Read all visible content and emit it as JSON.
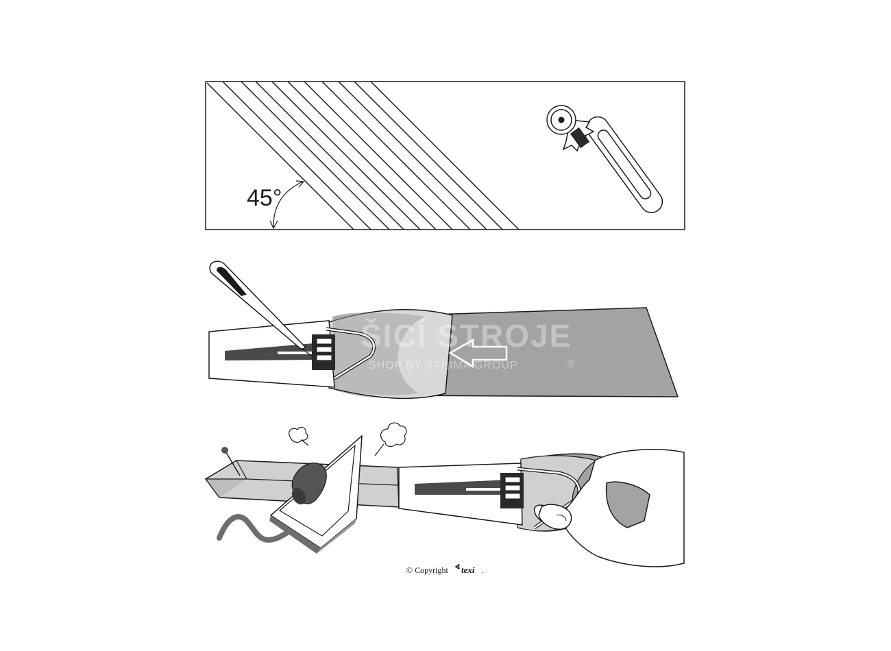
{
  "panel_cut": {
    "angle_label": "45°"
  },
  "watermark": {
    "title": "ŠICÍ STROJE",
    "subtitle": "SHOP BY STRIMA GROUP",
    "registered": "®"
  },
  "footer": {
    "copyright": "© Copyright",
    "brand": "texi",
    "period": "."
  },
  "colors": {
    "line": "#1a1a1a",
    "fabric": "#a3a3a3",
    "fabric_light": "#cfcfcf",
    "fabric_dark": "#7a7a7a",
    "dark": "#4a4a4a"
  }
}
